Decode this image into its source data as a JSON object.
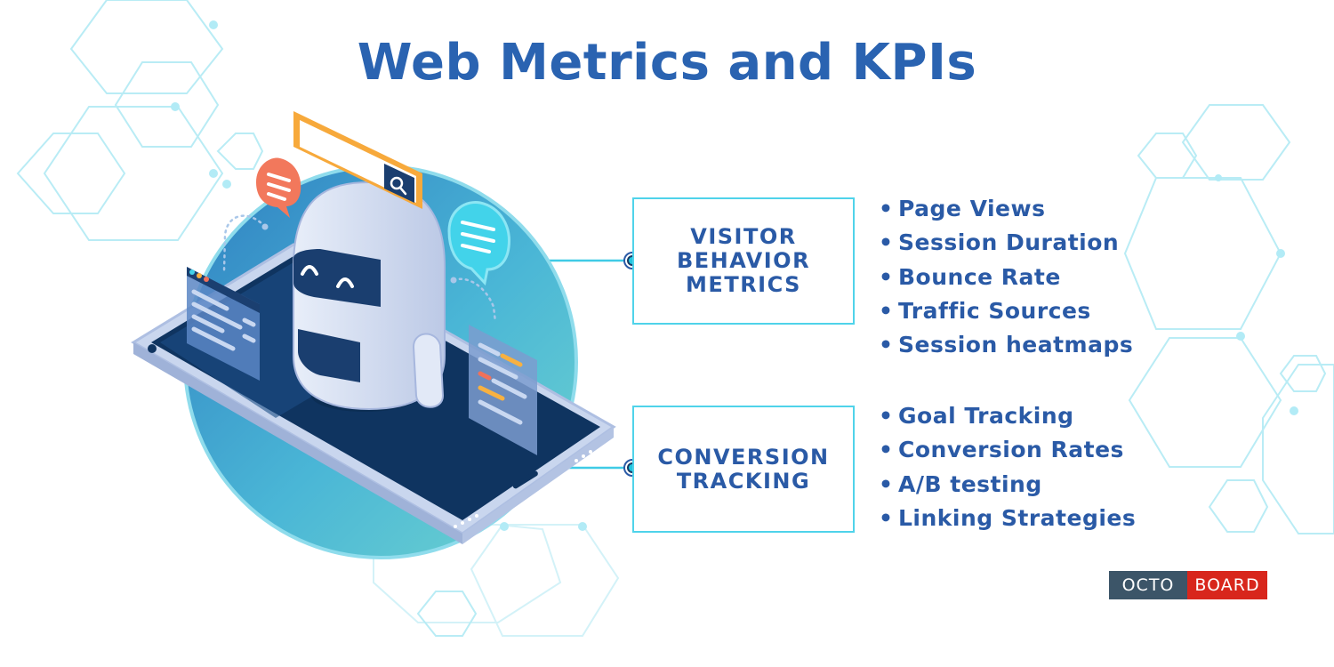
{
  "title": "Web Metrics and KPIs",
  "sections": [
    {
      "label": "VISITOR BEHAVIOR METRICS",
      "items": [
        "Page Views",
        "Session Duration",
        "Bounce Rate",
        "Traffic Sources",
        "Session heatmaps"
      ]
    },
    {
      "label": "CONVERSION TRACKING",
      "items": [
        "Goal Tracking",
        "Conversion Rates",
        "A/B testing",
        "Linking Strategies"
      ]
    }
  ],
  "logo": {
    "part1": "OCTO",
    "part2": "BOARD"
  },
  "illustration": {
    "subject": "robot-on-smartphone",
    "icons": [
      "chat-bubble-icon",
      "search-bar-icon",
      "code-window-icon"
    ]
  },
  "colors": {
    "title": "#2a63b1",
    "text": "#2a5aa6",
    "accent": "#4fd3ea",
    "logo_dark": "#3c5568",
    "logo_red": "#d8261c"
  }
}
